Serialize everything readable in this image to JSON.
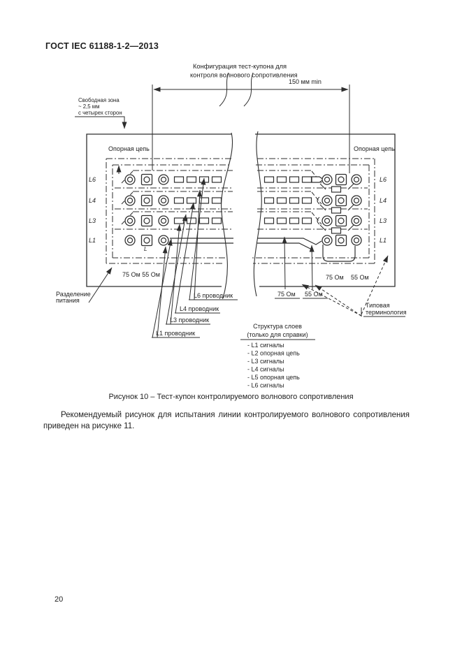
{
  "header": {
    "title": "ГОСТ IEC 61188-1-2—2013"
  },
  "figure": {
    "config_label_line1": "Конфигурация тест-купона для",
    "config_label_line2": "контроля волнового сопротивления",
    "dimension_label": "150 мм min",
    "free_zone_line1": "Свободная зона",
    "free_zone_line2": "~ 2,5 мм",
    "free_zone_line3": "с четырех сторон",
    "reference_plane_left": "Опорная цепь",
    "reference_plane_right": "Опорная цепь",
    "row_labels_left": [
      "L6",
      "L4",
      "L3",
      "L1"
    ],
    "row_labels_right": [
      "L6",
      "L4",
      "L3",
      "L1"
    ],
    "pad_label": "L",
    "impedance_left": "75 Ом 55 Ом",
    "impedance_right_75": "75 Ом",
    "impedance_right_55": "55 Ом",
    "power_split_line1": "Разделение",
    "power_split_line2": "питания",
    "conductor_labels": [
      "L6 проводник",
      "L4 проводник",
      "L3 проводник",
      "L1 проводник"
    ],
    "impedance_tag_75": "75 Ом",
    "impedance_tag_55": "55 Ом",
    "terminology_line1": "Типовая",
    "terminology_line2": "терминология",
    "layer_structure": {
      "title": "Структура слоев",
      "subtitle": "(только для справки)",
      "items": [
        "- L1 сигналы",
        "- L2 опорная цепь",
        "- L3 сигналы",
        "- L4 сигналы",
        "- L5 опорная цепь",
        "- L6 сигналы"
      ]
    }
  },
  "caption": "Рисунок 10 – Тест-купон контролируемого волнового сопротивления",
  "body": {
    "paragraph_line1": "Рекомендуемый рисунок для испытания линии контролируемого волнового сопротивления",
    "paragraph_line2": "приведен на рисунке 11."
  },
  "footer": {
    "page_number": "20"
  },
  "colors": {
    "ink": "#1f1f1f",
    "line": "#2e2e2e",
    "background": "#ffffff"
  }
}
